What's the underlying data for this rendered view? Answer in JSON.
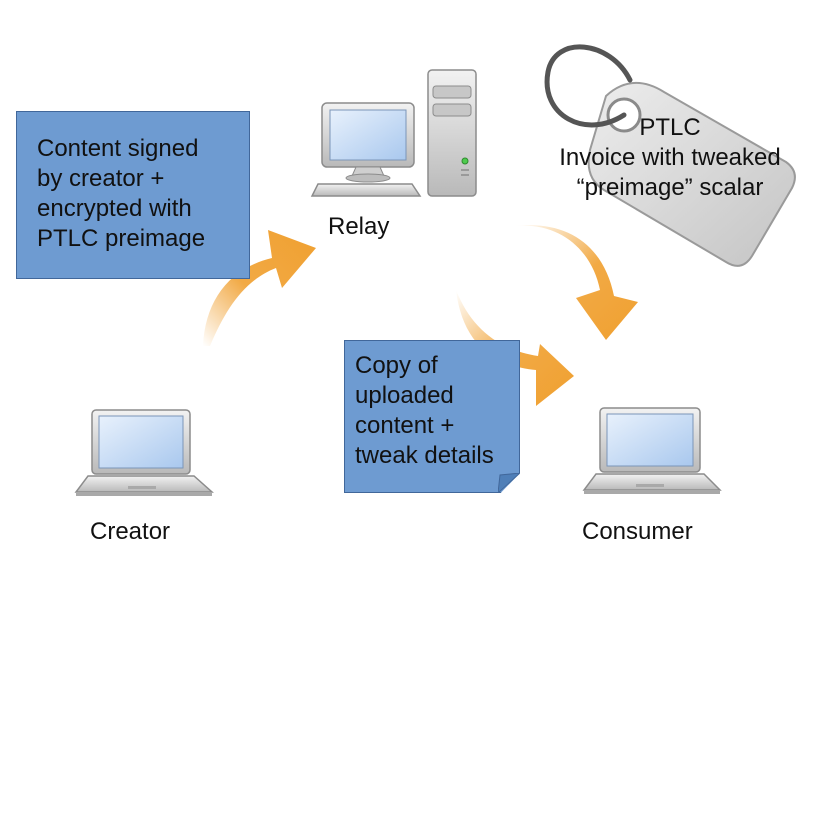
{
  "nodes": {
    "relay": {
      "label": "Relay",
      "icon": "desktop-computer-icon"
    },
    "creator": {
      "label": "Creator",
      "icon": "laptop-icon"
    },
    "consumer": {
      "label": "Consumer",
      "icon": "laptop-icon"
    }
  },
  "notes": {
    "creator_note": {
      "lines": [
        "Content signed",
        "by creator +",
        "encrypted with",
        "PTLC preimage"
      ]
    },
    "relay_note": {
      "lines": [
        "Copy of",
        "uploaded",
        "content +",
        "tweak details"
      ]
    }
  },
  "tag": {
    "icon": "price-tag-icon",
    "lines": [
      "PTLC",
      "Invoice with tweaked",
      "“preimage” scalar"
    ]
  },
  "colors": {
    "note_fill": "#6e9bd1",
    "arrow": "#f0a030",
    "tag_fill": "#d9d9d9"
  }
}
